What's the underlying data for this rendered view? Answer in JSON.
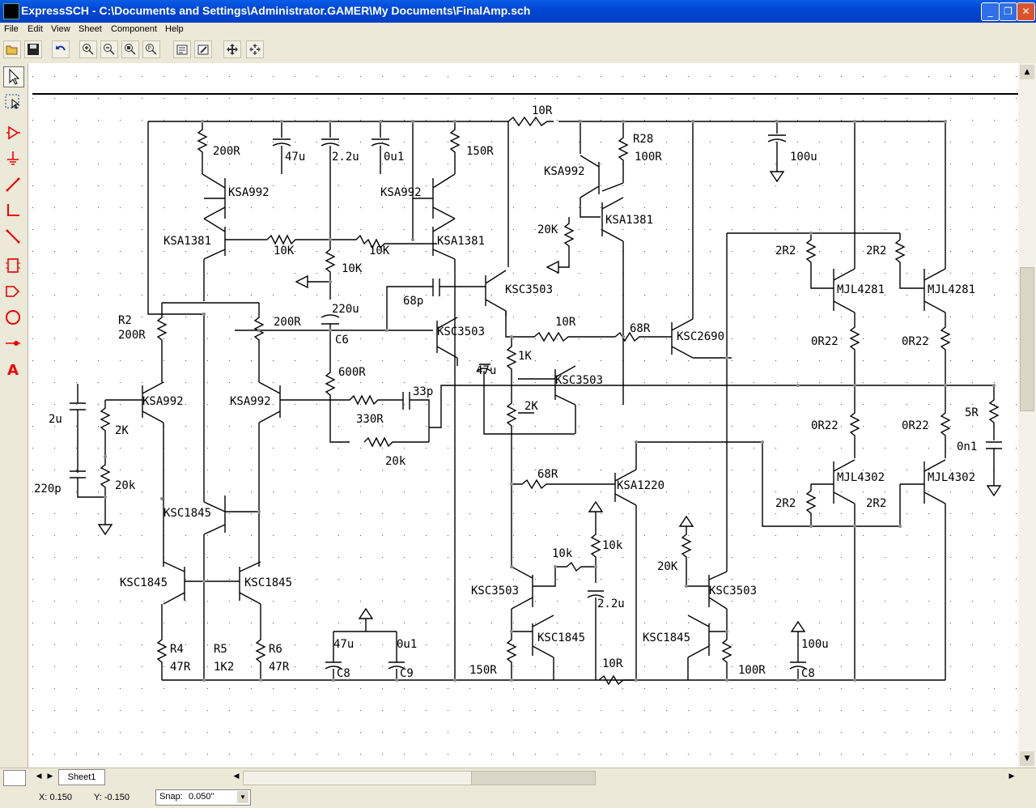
{
  "window": {
    "app_name": "ExpressSCH",
    "title": "ExpressSCH - C:\\Documents and Settings\\Administrator.GAMER\\My Documents\\FinalAmp.sch"
  },
  "menu": {
    "file": "File",
    "edit": "Edit",
    "view": "View",
    "sheet": "Sheet",
    "component": "Component",
    "help": "Help"
  },
  "toolbar_icons": [
    "open-icon",
    "save-icon",
    "undo-icon",
    "zoom-in-icon",
    "zoom-out-icon",
    "zoom-area-icon",
    "zoom-fit-icon",
    "properties-icon",
    "edit-icon",
    "pan-icon",
    "move-icon"
  ],
  "left_tools": [
    "pointer-icon",
    "select-area-icon",
    "component-icon",
    "ground-icon",
    "wire-icon",
    "bus-icon",
    "bus-entry-icon",
    "part-icon",
    "port-icon",
    "circle-icon",
    "junction-icon",
    "text-icon"
  ],
  "sheet_tab": "Sheet1",
  "status": {
    "x": "X: 0.150",
    "y": "Y: -0.150",
    "snap_label": "Snap:",
    "snap_value": "0.050\""
  },
  "schematic_labels": {
    "r_10r_top": "10R",
    "r_200r_1": "200R",
    "c_47u_1": "47u",
    "c_2_2u_1": "2.2u",
    "c_0u1_1": "0u1",
    "r_150r_1": "150R",
    "q_ksa992_1": "KSA992",
    "q_ksa992_2": "KSA992",
    "q_ksa992_3": "KSA992",
    "q_ksa992_4": "KSA992",
    "q_ksa992_5": "KSA992",
    "r28_ref": "R28",
    "r28_val": "100R",
    "c_100u_1": "100u",
    "r_20k_1": "20K",
    "q_ksa1381_1": "KSA1381",
    "q_ksa1381_2": "KSA1381",
    "q_ksa1381_3": "KSA1381",
    "r_10k_1": "10K",
    "r_10k_2": "10K",
    "r_10k_3": "10K",
    "c_220u": "220u",
    "c6": "C6",
    "q_ksc3503_1": "KSC3503",
    "q_ksc3503_2": "KSC3503",
    "q_ksc3503_3": "KSC3503",
    "q_ksc3503_4": "KSC3503",
    "q_ksc3503_5": "KSC3503",
    "c_68p": "68p",
    "r_10r_mid": "10R",
    "r_68r_mid": "68R",
    "q_ksc2690": "KSC2690",
    "r2_ref": "R2",
    "r2_val": "200R",
    "r_200r_2": "200R",
    "r_600r": "600R",
    "r_1k": "1K",
    "c_47u_2": "47u",
    "r_2k_trim": "2K",
    "r_330r": "330R",
    "c_33p": "33p",
    "r_20k_2": "20k",
    "c_2u": "2u",
    "r_2k": "2K",
    "c_220p": "220p",
    "r_20k_3": "20k",
    "r_2r2_1": "2R2",
    "r_2r2_2": "2R2",
    "r_2r2_3": "2R2",
    "r_2r2_4": "2R2",
    "q_mjl4281_1": "MJL4281",
    "q_mjl4281_2": "MJL4281",
    "q_mjl4302_1": "MJL4302",
    "q_mjl4302_2": "MJL4302",
    "r_0r22_1": "0R22",
    "r_0r22_2": "0R22",
    "r_0r22_3": "0R22",
    "r_0r22_4": "0R22",
    "r_5r": "5R",
    "c_0n1": "0n1",
    "r_68r_2": "68R",
    "q_ksa1220": "KSA1220",
    "q_ksc1845_1": "KSC1845",
    "q_ksc1845_2": "KSC1845",
    "q_ksc1845_3": "KSC1845",
    "q_ksc1845_4": "KSC1845",
    "q_ksc1845_5": "KSC1845",
    "r_10k_4": "10k",
    "r_10k_5": "10k",
    "c_2_2u_2": "2.2u",
    "r_20k_4": "20K",
    "r4_ref": "R4",
    "r4_val": "47R",
    "r5_ref": "R5",
    "r5_val": "1K2",
    "r6_ref": "R6",
    "r6_val": "47R",
    "c_47u_3": "47u",
    "c8_a": "C8",
    "c_0u1_2": "0u1",
    "c9": "C9",
    "r_150r_2": "150R",
    "r_10r_bot": "10R",
    "r_100r_bot": "100R",
    "c_100u_2": "100u",
    "c8_b": "C8"
  }
}
